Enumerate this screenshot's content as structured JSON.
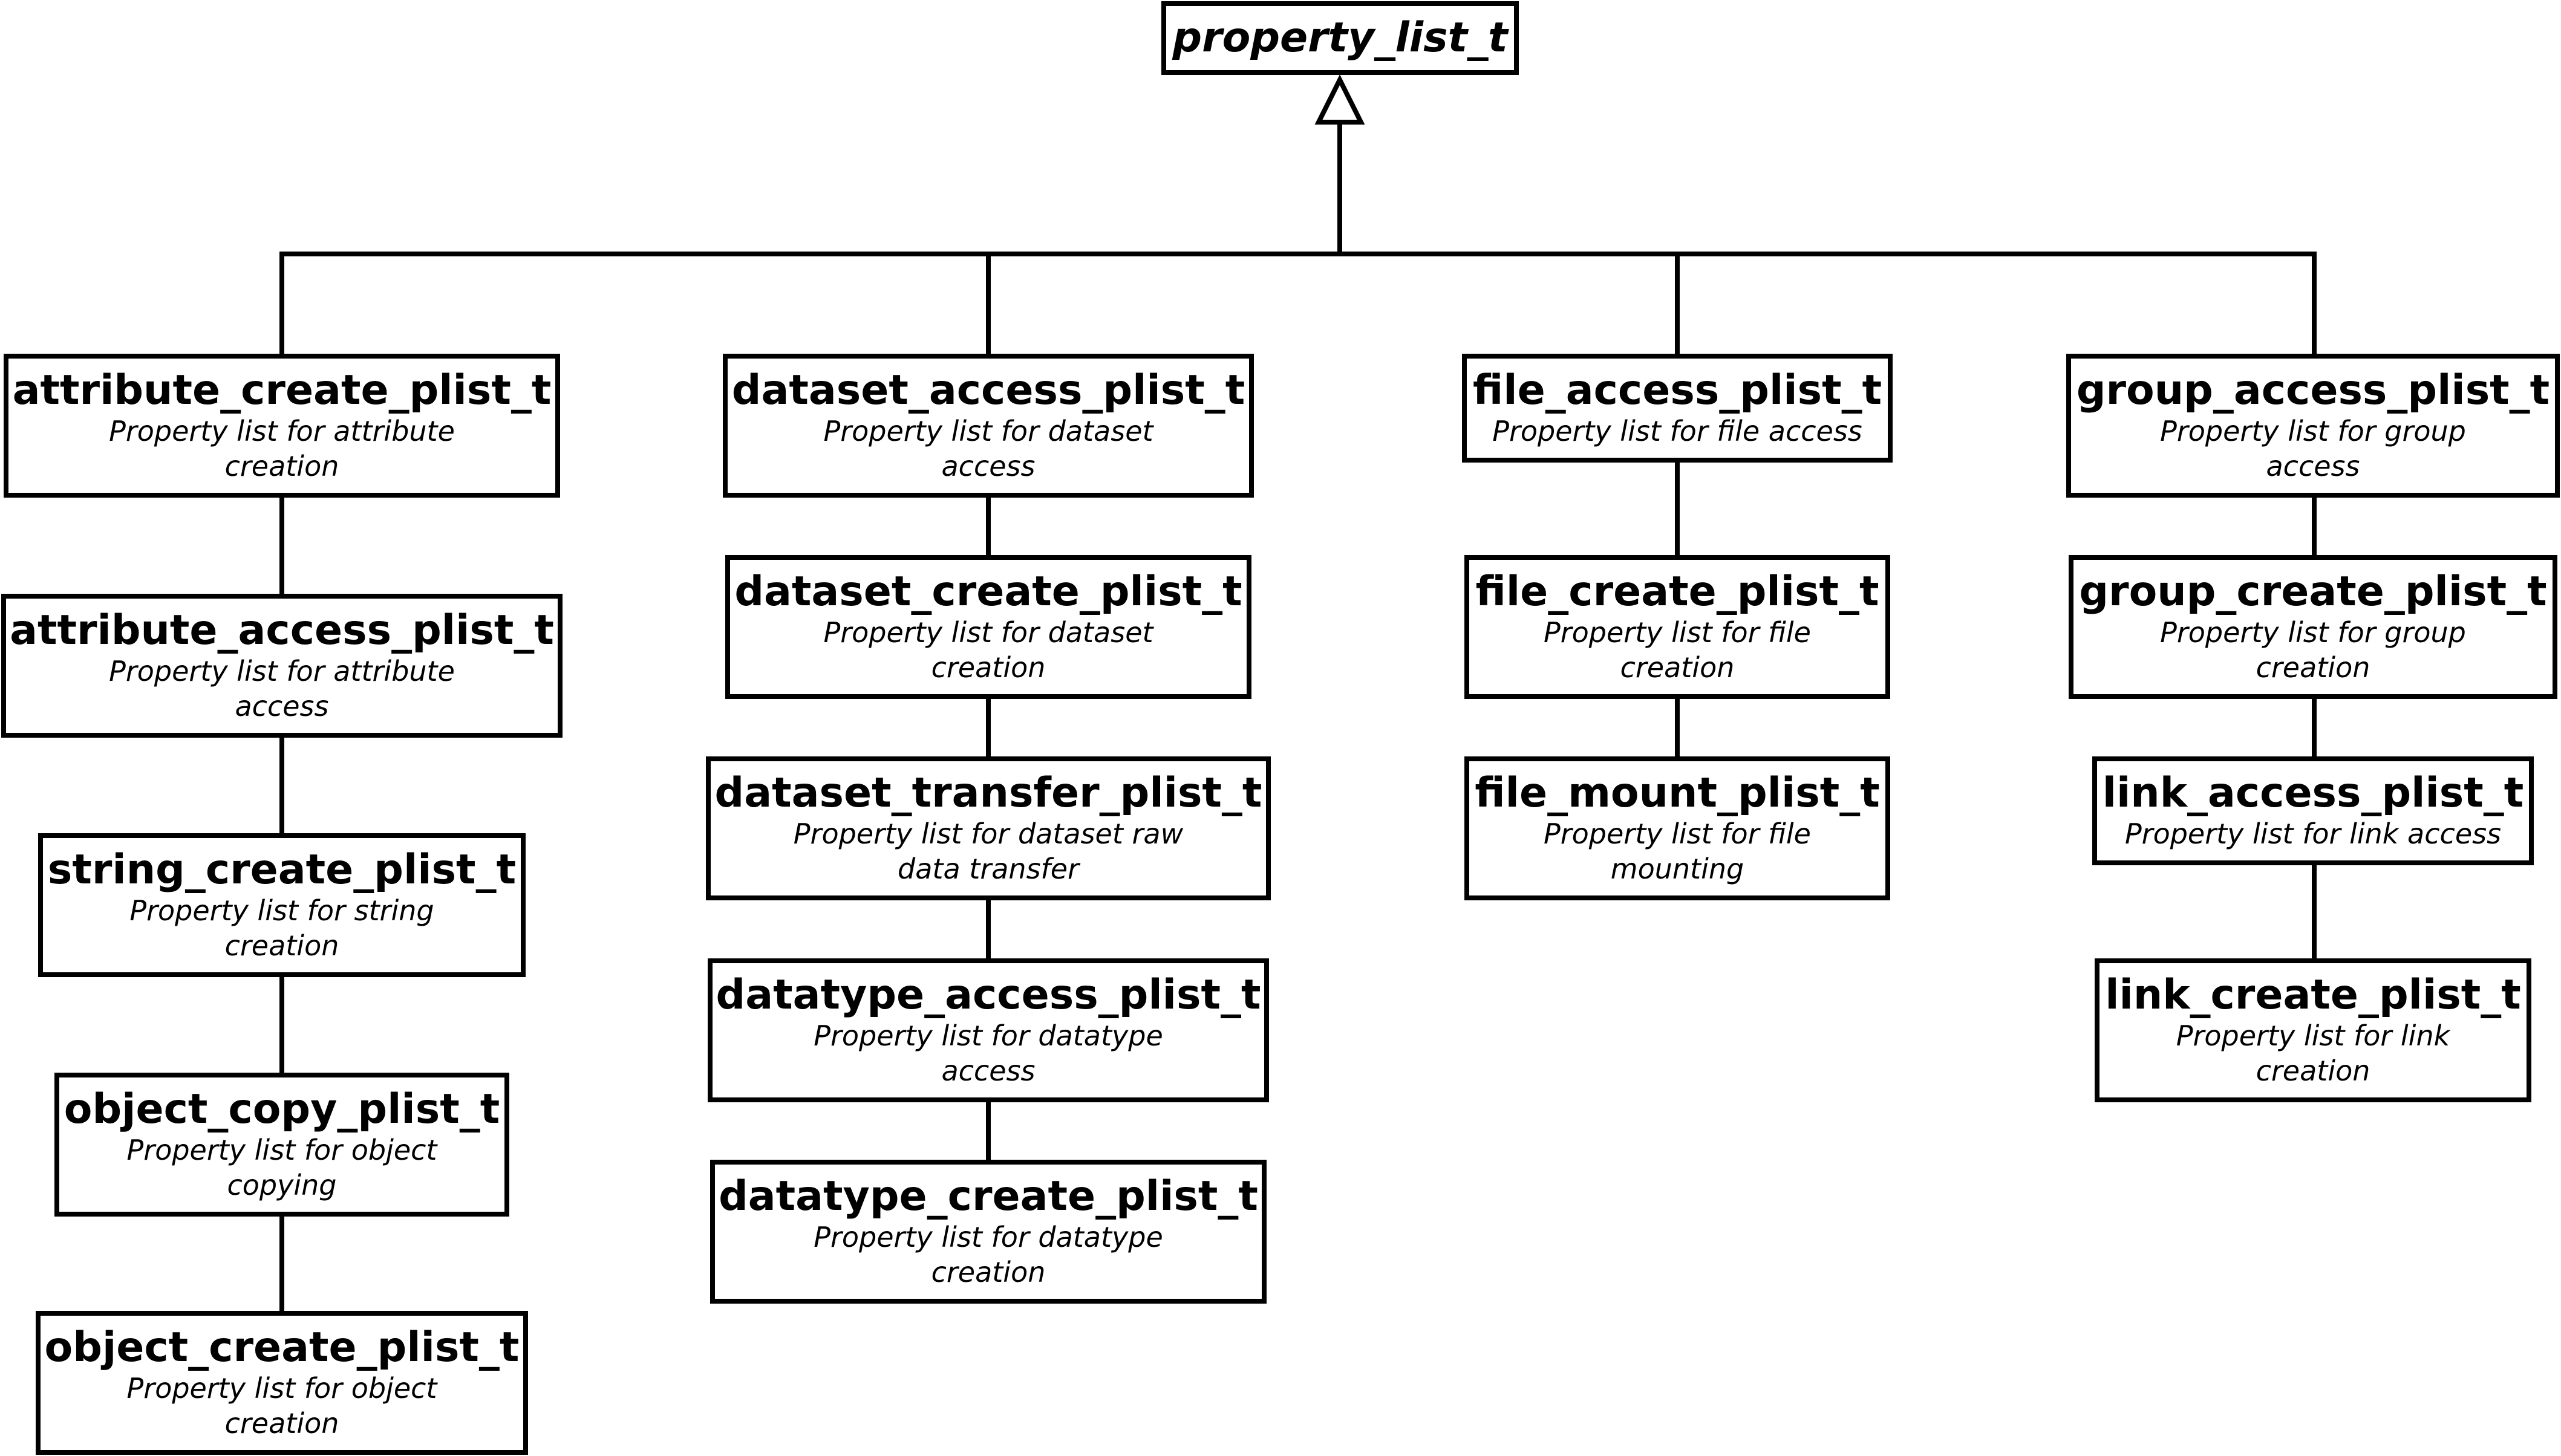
{
  "diagram": {
    "root": {
      "name": "property_list_t"
    },
    "columns": [
      {
        "id": "attribute",
        "nodes": [
          {
            "name": "attribute_create_plist_t",
            "desc": "Property list for attribute\ncreation"
          },
          {
            "name": "attribute_access_plist_t",
            "desc": "Property list for attribute\naccess"
          },
          {
            "name": "string_create_plist_t",
            "desc": "Property list for string\ncreation"
          },
          {
            "name": "object_copy_plist_t",
            "desc": "Property list for object\ncopying"
          },
          {
            "name": "object_create_plist_t",
            "desc": "Property list for object\ncreation"
          }
        ]
      },
      {
        "id": "dataset",
        "nodes": [
          {
            "name": "dataset_access_plist_t",
            "desc": "Property list for dataset\naccess"
          },
          {
            "name": "dataset_create_plist_t",
            "desc": "Property list for dataset\ncreation"
          },
          {
            "name": "dataset_transfer_plist_t",
            "desc": "Property list for dataset raw\ndata transfer"
          },
          {
            "name": "datatype_access_plist_t",
            "desc": "Property list for datatype\naccess"
          },
          {
            "name": "datatype_create_plist_t",
            "desc": "Property list for datatype\ncreation"
          }
        ]
      },
      {
        "id": "file",
        "nodes": [
          {
            "name": "file_access_plist_t",
            "desc": "Property list for file access"
          },
          {
            "name": "file_create_plist_t",
            "desc": "Property list for file\ncreation"
          },
          {
            "name": "file_mount_plist_t",
            "desc": "Property list for file\nmounting"
          }
        ]
      },
      {
        "id": "group",
        "nodes": [
          {
            "name": "group_access_plist_t",
            "desc": "Property list for group\naccess"
          },
          {
            "name": "group_create_plist_t",
            "desc": "Property list for group\ncreation"
          },
          {
            "name": "link_access_plist_t",
            "desc": "Property list for link access"
          },
          {
            "name": "link_create_plist_t",
            "desc": "Property list for link\ncreation"
          }
        ]
      }
    ]
  }
}
